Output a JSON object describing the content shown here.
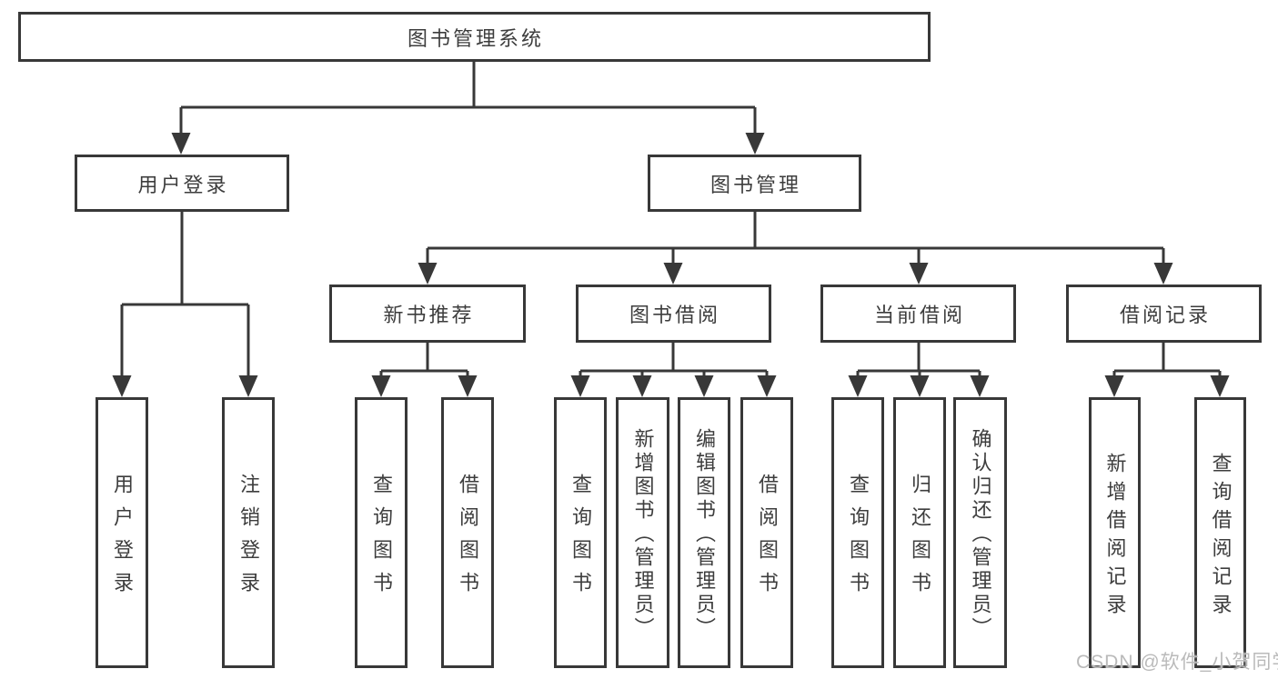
{
  "diagram": {
    "root": {
      "label": "图书管理系统"
    },
    "branches": [
      {
        "label": "用户登录",
        "children": [
          {
            "label": "用户登录"
          },
          {
            "label": "注销登录"
          }
        ]
      },
      {
        "label": "图书管理",
        "children": [
          {
            "label": "新书推荐",
            "children": [
              {
                "label": "查询图书"
              },
              {
                "label": "借阅图书"
              }
            ]
          },
          {
            "label": "图书借阅",
            "children": [
              {
                "label": "查询图书"
              },
              {
                "label": "新增图书（管理员）"
              },
              {
                "label": "编辑图书（管理员）"
              },
              {
                "label": "借阅图书"
              }
            ]
          },
          {
            "label": "当前借阅",
            "children": [
              {
                "label": "查询图书"
              },
              {
                "label": "归还图书"
              },
              {
                "label": "确认归还（管理员）"
              }
            ]
          },
          {
            "label": "借阅记录",
            "children": [
              {
                "label": "新增借阅记录"
              },
              {
                "label": "查询借阅记录"
              }
            ]
          }
        ]
      }
    ]
  },
  "watermark": {
    "text": "CSDN @软件_小贺同学"
  },
  "colors": {
    "line": "#383838",
    "text": "#3d3d3d",
    "watermark": "#bababa",
    "background": "#ffffff"
  }
}
